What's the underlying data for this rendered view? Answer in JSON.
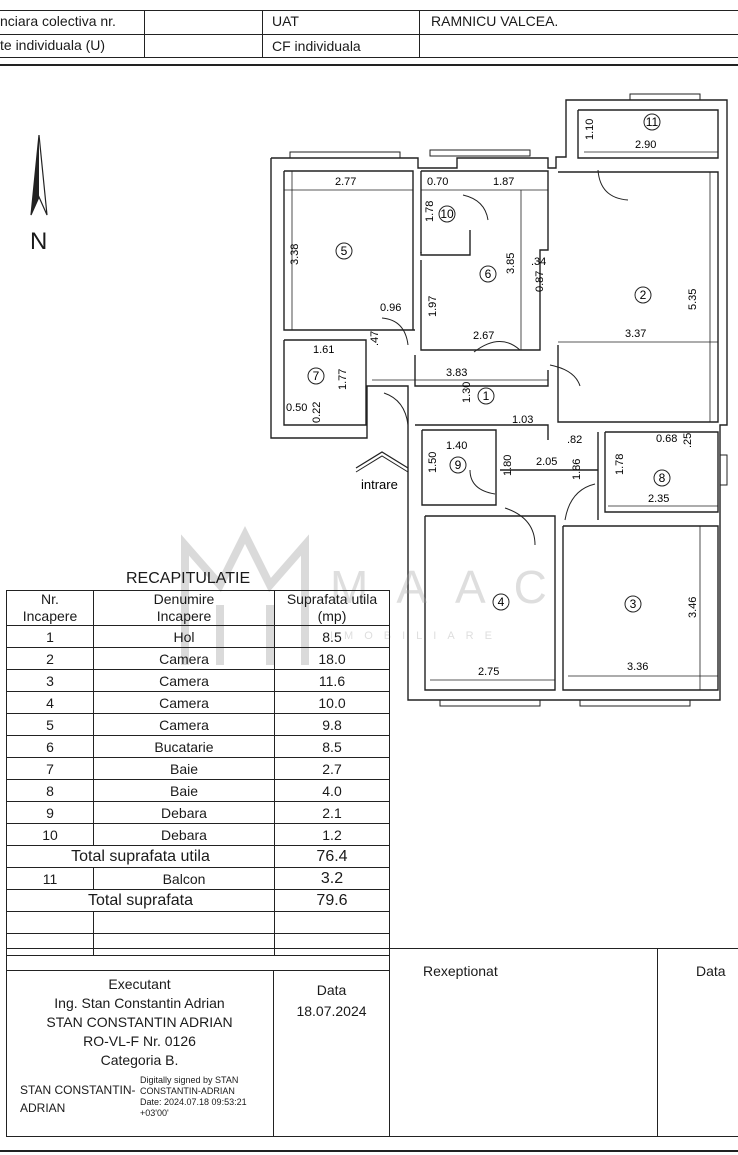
{
  "header": {
    "cell_a": "nciara colectiva nr.",
    "cell_b": "UAT",
    "cell_c": "RAMNICU VALCEA.",
    "cell_d": "te individuala (U)",
    "cell_e": "CF individuala"
  },
  "plan": {
    "north_label": "N",
    "entrance_label": "intrare",
    "room_numbers": [
      "1",
      "2",
      "3",
      "4",
      "5",
      "6",
      "7",
      "8",
      "9",
      "10",
      "11"
    ],
    "dimensions": [
      "2.77",
      "3.38",
      "0.70",
      "1.87",
      "1.78",
      "3.85",
      "0.87",
      "1.97",
      "2.67",
      "1.10",
      "2.90",
      "5.35",
      "3.37",
      "0.96",
      "1.61",
      ".47",
      "1.77",
      "0.50",
      "0.22",
      "3.83",
      "1.30",
      "1.03",
      "1.40",
      "1.50",
      "1.80",
      "2.05",
      ".82",
      "1.86",
      "0.68",
      ".25",
      "1.78",
      "2.35",
      "3.46",
      "2.75",
      "3.36",
      ".34"
    ]
  },
  "watermark": {
    "text": "MAAC",
    "subtitle": "IMOBILIARE"
  },
  "recap": {
    "title": "RECAPITULATIE",
    "columns": [
      "Nr.\nIncapere",
      "Denumire\nIncapere",
      "Suprafata utila\n(mp)"
    ],
    "rows": [
      [
        "1",
        "Hol",
        "8.5"
      ],
      [
        "2",
        "Camera",
        "18.0"
      ],
      [
        "3",
        "Camera",
        "11.6"
      ],
      [
        "4",
        "Camera",
        "10.0"
      ],
      [
        "5",
        "Camera",
        "9.8"
      ],
      [
        "6",
        "Bucatarie",
        "8.5"
      ],
      [
        "7",
        "Baie",
        "2.7"
      ],
      [
        "8",
        "Baie",
        "4.0"
      ],
      [
        "9",
        "Debara",
        "2.1"
      ],
      [
        "10",
        "Debara",
        "1.2"
      ]
    ],
    "total_util_label": "Total suprafata utila",
    "total_util_value": "76.4",
    "balcon_nr": "11",
    "balcon_label": "Balcon",
    "balcon_value": "3.2",
    "total_label": "Total suprafata",
    "total_value": "79.6"
  },
  "signature": {
    "executant_title": "Executant",
    "line1": "Ing. Stan Constantin Adrian",
    "line2": "STAN CONSTANTIN ADRIAN",
    "line3": "RO-VL-F Nr. 0126",
    "line4": "Categoria B.",
    "signer_name_1": "STAN CONSTANTIN-",
    "signer_name_2": "ADRIAN",
    "digital_1": "Digitally signed by STAN",
    "digital_2": "CONSTANTIN-ADRIAN",
    "digital_3": "Date: 2024.07.18 09:53:21",
    "digital_4": "+03'00'",
    "data_label": "Data",
    "data_value": "18.07.2024",
    "receptionat_label": "Rexeptionat",
    "data2_label": "Data"
  }
}
